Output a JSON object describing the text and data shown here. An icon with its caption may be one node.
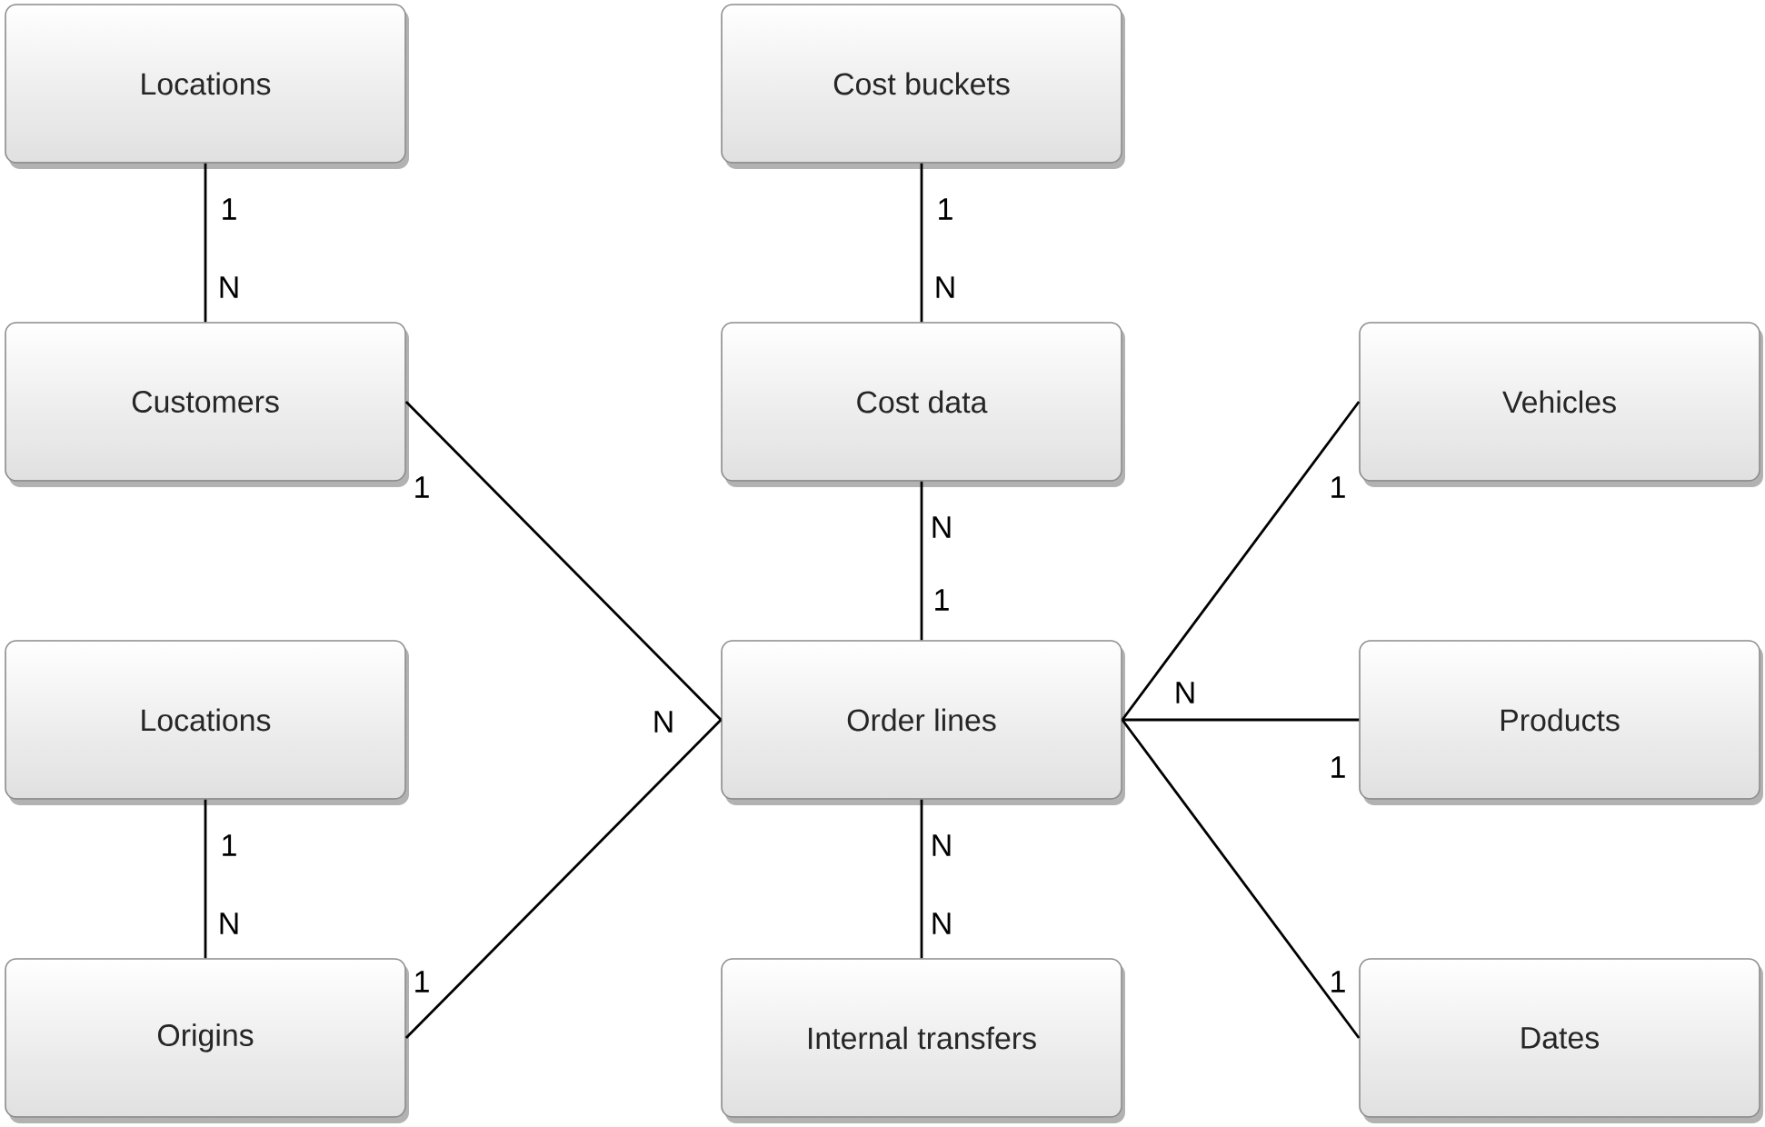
{
  "diagram": {
    "nodes": [
      {
        "text": [
          "Locations"
        ]
      },
      {
        "text": [
          "Cost buckets"
        ]
      },
      {
        "text": [
          "Customers"
        ]
      },
      {
        "text": [
          "Cost data"
        ]
      },
      {
        "text": [
          "Vehicles"
        ]
      },
      {
        "text": [
          "Locations"
        ]
      },
      {
        "text": [
          "Order lines"
        ]
      },
      {
        "text": [
          "Products"
        ]
      },
      {
        "text": [
          "Origins"
        ]
      },
      {
        "text": [
          "Internal transfers"
        ]
      },
      {
        "text": [
          "Dates"
        ]
      }
    ],
    "edges": [
      {
        "from": 0,
        "to": 2,
        "arrow": "none"
      },
      {
        "from": 1,
        "to": 3,
        "arrow": "none"
      },
      {
        "from": 2,
        "to": 6,
        "arrow": "none"
      },
      {
        "from": 3,
        "to": 6,
        "arrow": "none"
      },
      {
        "from": 6,
        "to": 4,
        "arrow": "none"
      },
      {
        "from": 5,
        "to": 8,
        "arrow": "none"
      },
      {
        "from": 6,
        "to": 7,
        "arrow": "none"
      },
      {
        "from": 8,
        "to": 6,
        "arrow": "none"
      },
      {
        "from": 6,
        "to": 9,
        "arrow": "none"
      },
      {
        "from": 6,
        "to": 10,
        "arrow": "none"
      }
    ],
    "labels": [
      "1",
      "1",
      "N",
      "N",
      "1",
      "1",
      "N",
      "1",
      "N",
      "N",
      "1",
      "1",
      "N",
      "N",
      "N",
      "1",
      "1"
    ]
  }
}
